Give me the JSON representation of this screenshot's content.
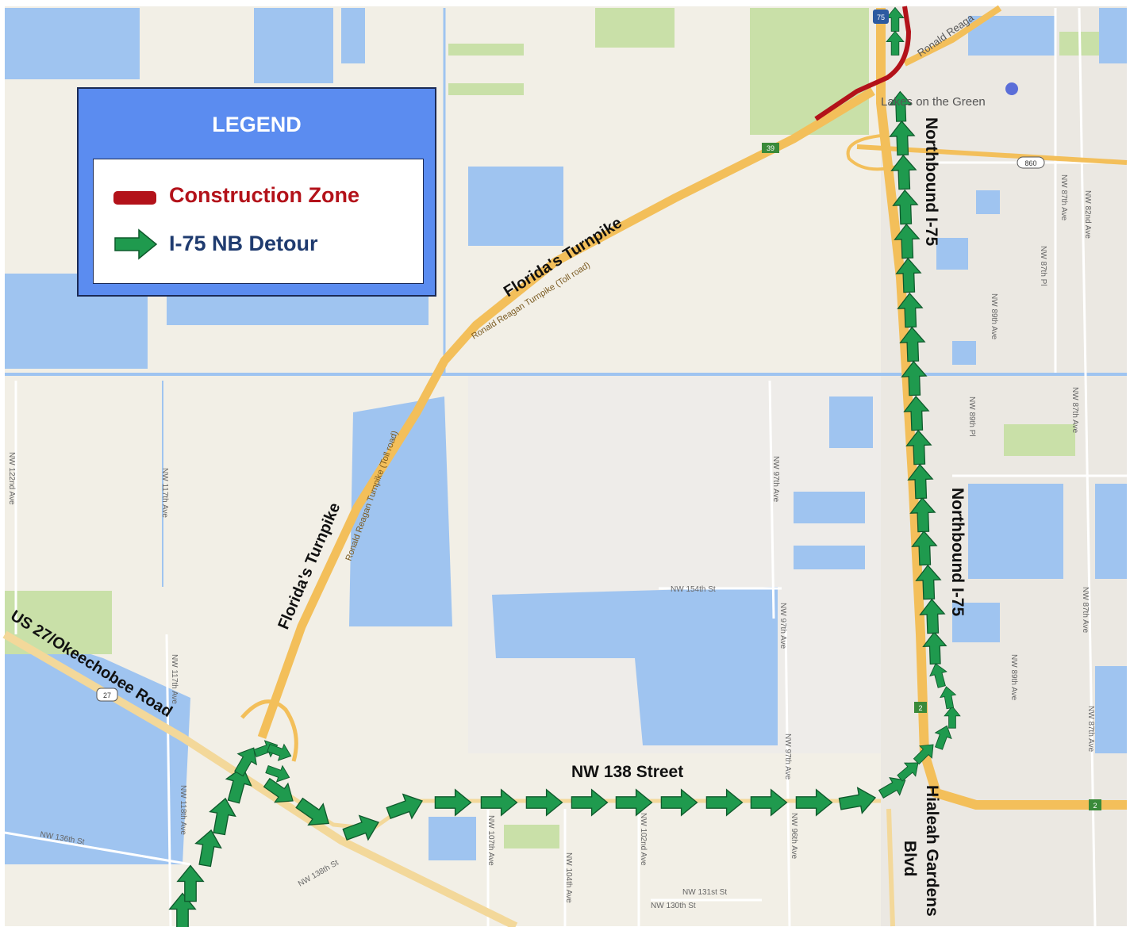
{
  "legend": {
    "title": "LEGEND",
    "items": [
      {
        "label": "Construction Zone",
        "icon": "construction-zone-swatch",
        "color": "#b3121a"
      },
      {
        "label": "I-75 NB Detour",
        "icon": "detour-arrow-icon",
        "color": "#1f9a4e"
      }
    ]
  },
  "colors": {
    "land": "#f2efe6",
    "water": "#9fc4f0",
    "park": "#c9e0a8",
    "highway": "#f3bf5a",
    "construction": "#b3121a",
    "detour": "#1f9a4e",
    "legend_frame": "#5b8cf0"
  },
  "labels": {
    "turnpike_upper": "Florida's Turnpike",
    "turnpike_upper_sub": "Ronald Reagan Turnpike (Toll road)",
    "turnpike_lower": "Florida's Turnpike",
    "turnpike_lower_sub": "Ronald Reagan Turnpike (Toll road)",
    "us27": "US 27/Okeechobee Road",
    "nw138": "NW 138 Street",
    "northbound_1": "Northbound I-75",
    "northbound_2": "Northbound I-75",
    "hialeah_1": "Hialeah Gardens",
    "hialeah_2": "Blvd",
    "lakes_on_green": "Lakes on the Green",
    "ronald_reagan_top": "Ronald Reaga"
  },
  "streets": [
    {
      "name": "NW 154th St"
    },
    {
      "name": "NW 131st St"
    },
    {
      "name": "NW 130th St"
    },
    {
      "name": "NW 136th St"
    },
    {
      "name": "NW 138th St"
    },
    {
      "name": "NW 122nd Ave"
    },
    {
      "name": "NW 117th Ave"
    },
    {
      "name": "NW 118th Ave"
    },
    {
      "name": "NW 107th Ave"
    },
    {
      "name": "NW 104th Ave"
    },
    {
      "name": "NW 102nd Ave"
    },
    {
      "name": "NW 97th Ave"
    },
    {
      "name": "NW 96th Ave"
    },
    {
      "name": "NW 89th Ave"
    },
    {
      "name": "NW 89th Pl"
    },
    {
      "name": "NW 87th Pl"
    },
    {
      "name": "NW 87th Ave"
    },
    {
      "name": "NW 82nd Ave"
    }
  ],
  "shields": [
    {
      "name": "27"
    },
    {
      "name": "860"
    },
    {
      "name": "39"
    },
    {
      "name": "2"
    },
    {
      "name": "75"
    }
  ]
}
